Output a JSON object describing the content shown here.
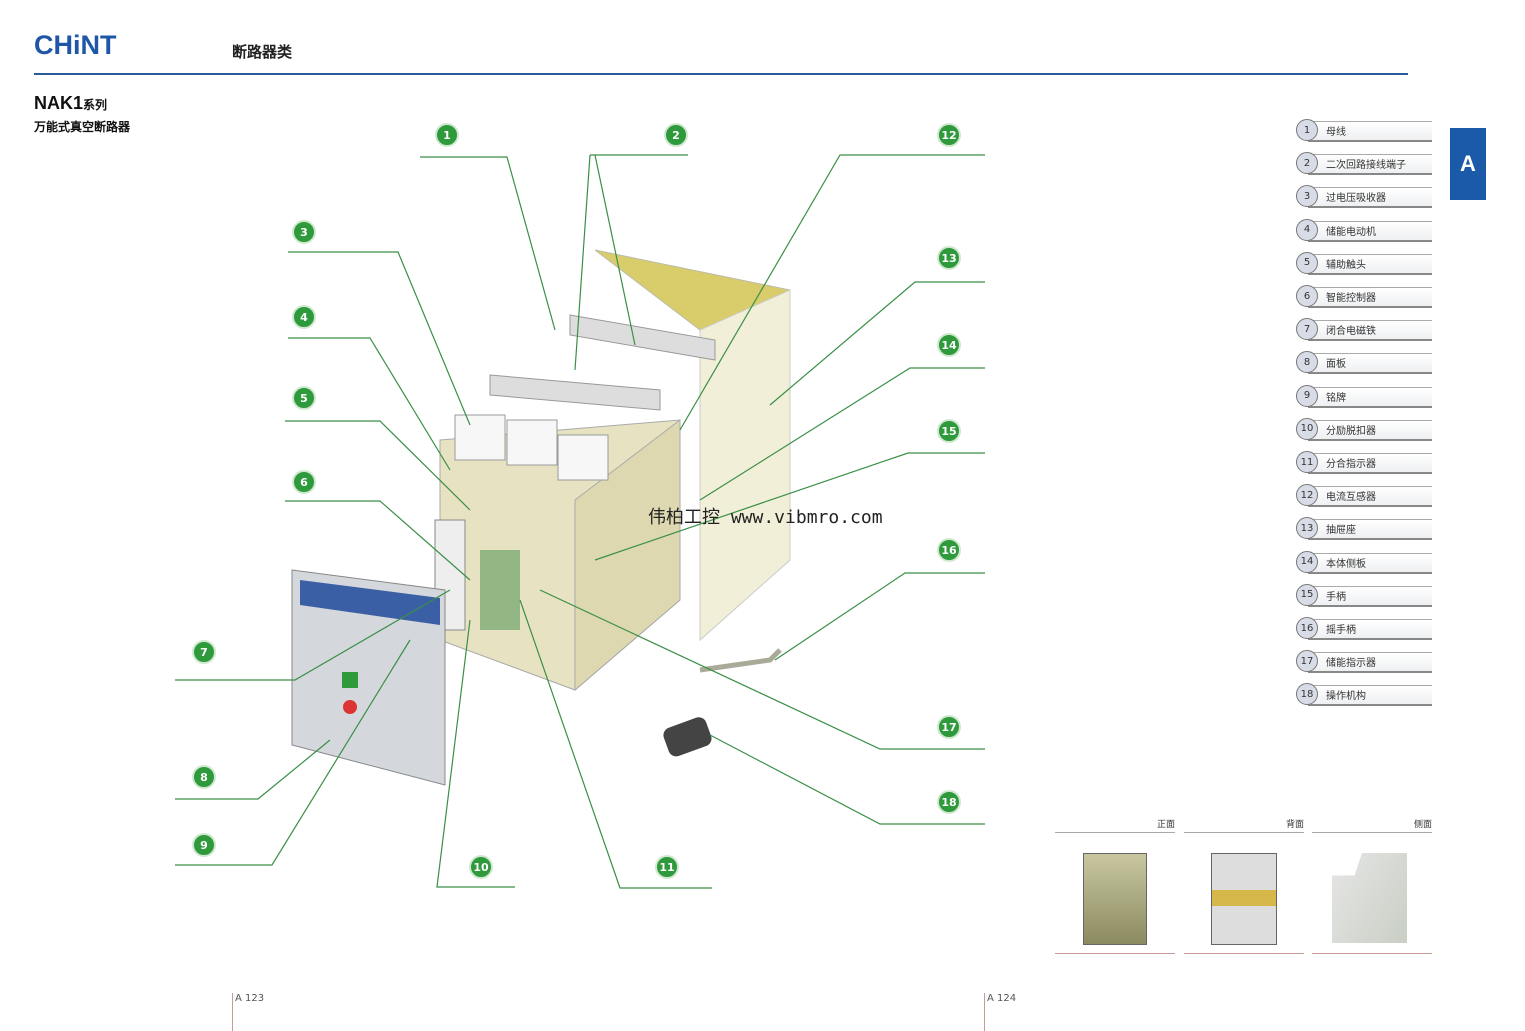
{
  "header": {
    "logo": "CHiNT",
    "category": "断路器类"
  },
  "product": {
    "series": "NAK1",
    "series_suffix": "系列",
    "subtitle": "万能式真空断路器"
  },
  "section_tab": "A",
  "callouts": [
    "1",
    "2",
    "3",
    "4",
    "5",
    "6",
    "7",
    "8",
    "9",
    "10",
    "11",
    "12",
    "13",
    "14",
    "15",
    "16",
    "17",
    "18"
  ],
  "legend": [
    {
      "n": "1",
      "label": "母线"
    },
    {
      "n": "2",
      "label": "二次回路接线端子"
    },
    {
      "n": "3",
      "label": "过电压吸收器"
    },
    {
      "n": "4",
      "label": "储能电动机"
    },
    {
      "n": "5",
      "label": "辅助触头"
    },
    {
      "n": "6",
      "label": "智能控制器"
    },
    {
      "n": "7",
      "label": "闭合电磁铁"
    },
    {
      "n": "8",
      "label": "面板"
    },
    {
      "n": "9",
      "label": "铭牌"
    },
    {
      "n": "10",
      "label": "分励脱扣器"
    },
    {
      "n": "11",
      "label": "分合指示器"
    },
    {
      "n": "12",
      "label": "电流互感器"
    },
    {
      "n": "13",
      "label": "抽屉座"
    },
    {
      "n": "14",
      "label": "本体侧板"
    },
    {
      "n": "15",
      "label": "手柄"
    },
    {
      "n": "16",
      "label": "摇手柄"
    },
    {
      "n": "17",
      "label": "储能指示器"
    },
    {
      "n": "18",
      "label": "操作机构"
    }
  ],
  "views": [
    {
      "label": "正面"
    },
    {
      "label": "背面"
    },
    {
      "label": "侧面"
    }
  ],
  "watermark": "伟柏工控 www.vibmro.com",
  "pages": {
    "left": "A 123",
    "right": "A 124"
  },
  "colors": {
    "brand": "#1f57a6",
    "callout": "#2e9a3c",
    "leader": "#3a8f46"
  }
}
